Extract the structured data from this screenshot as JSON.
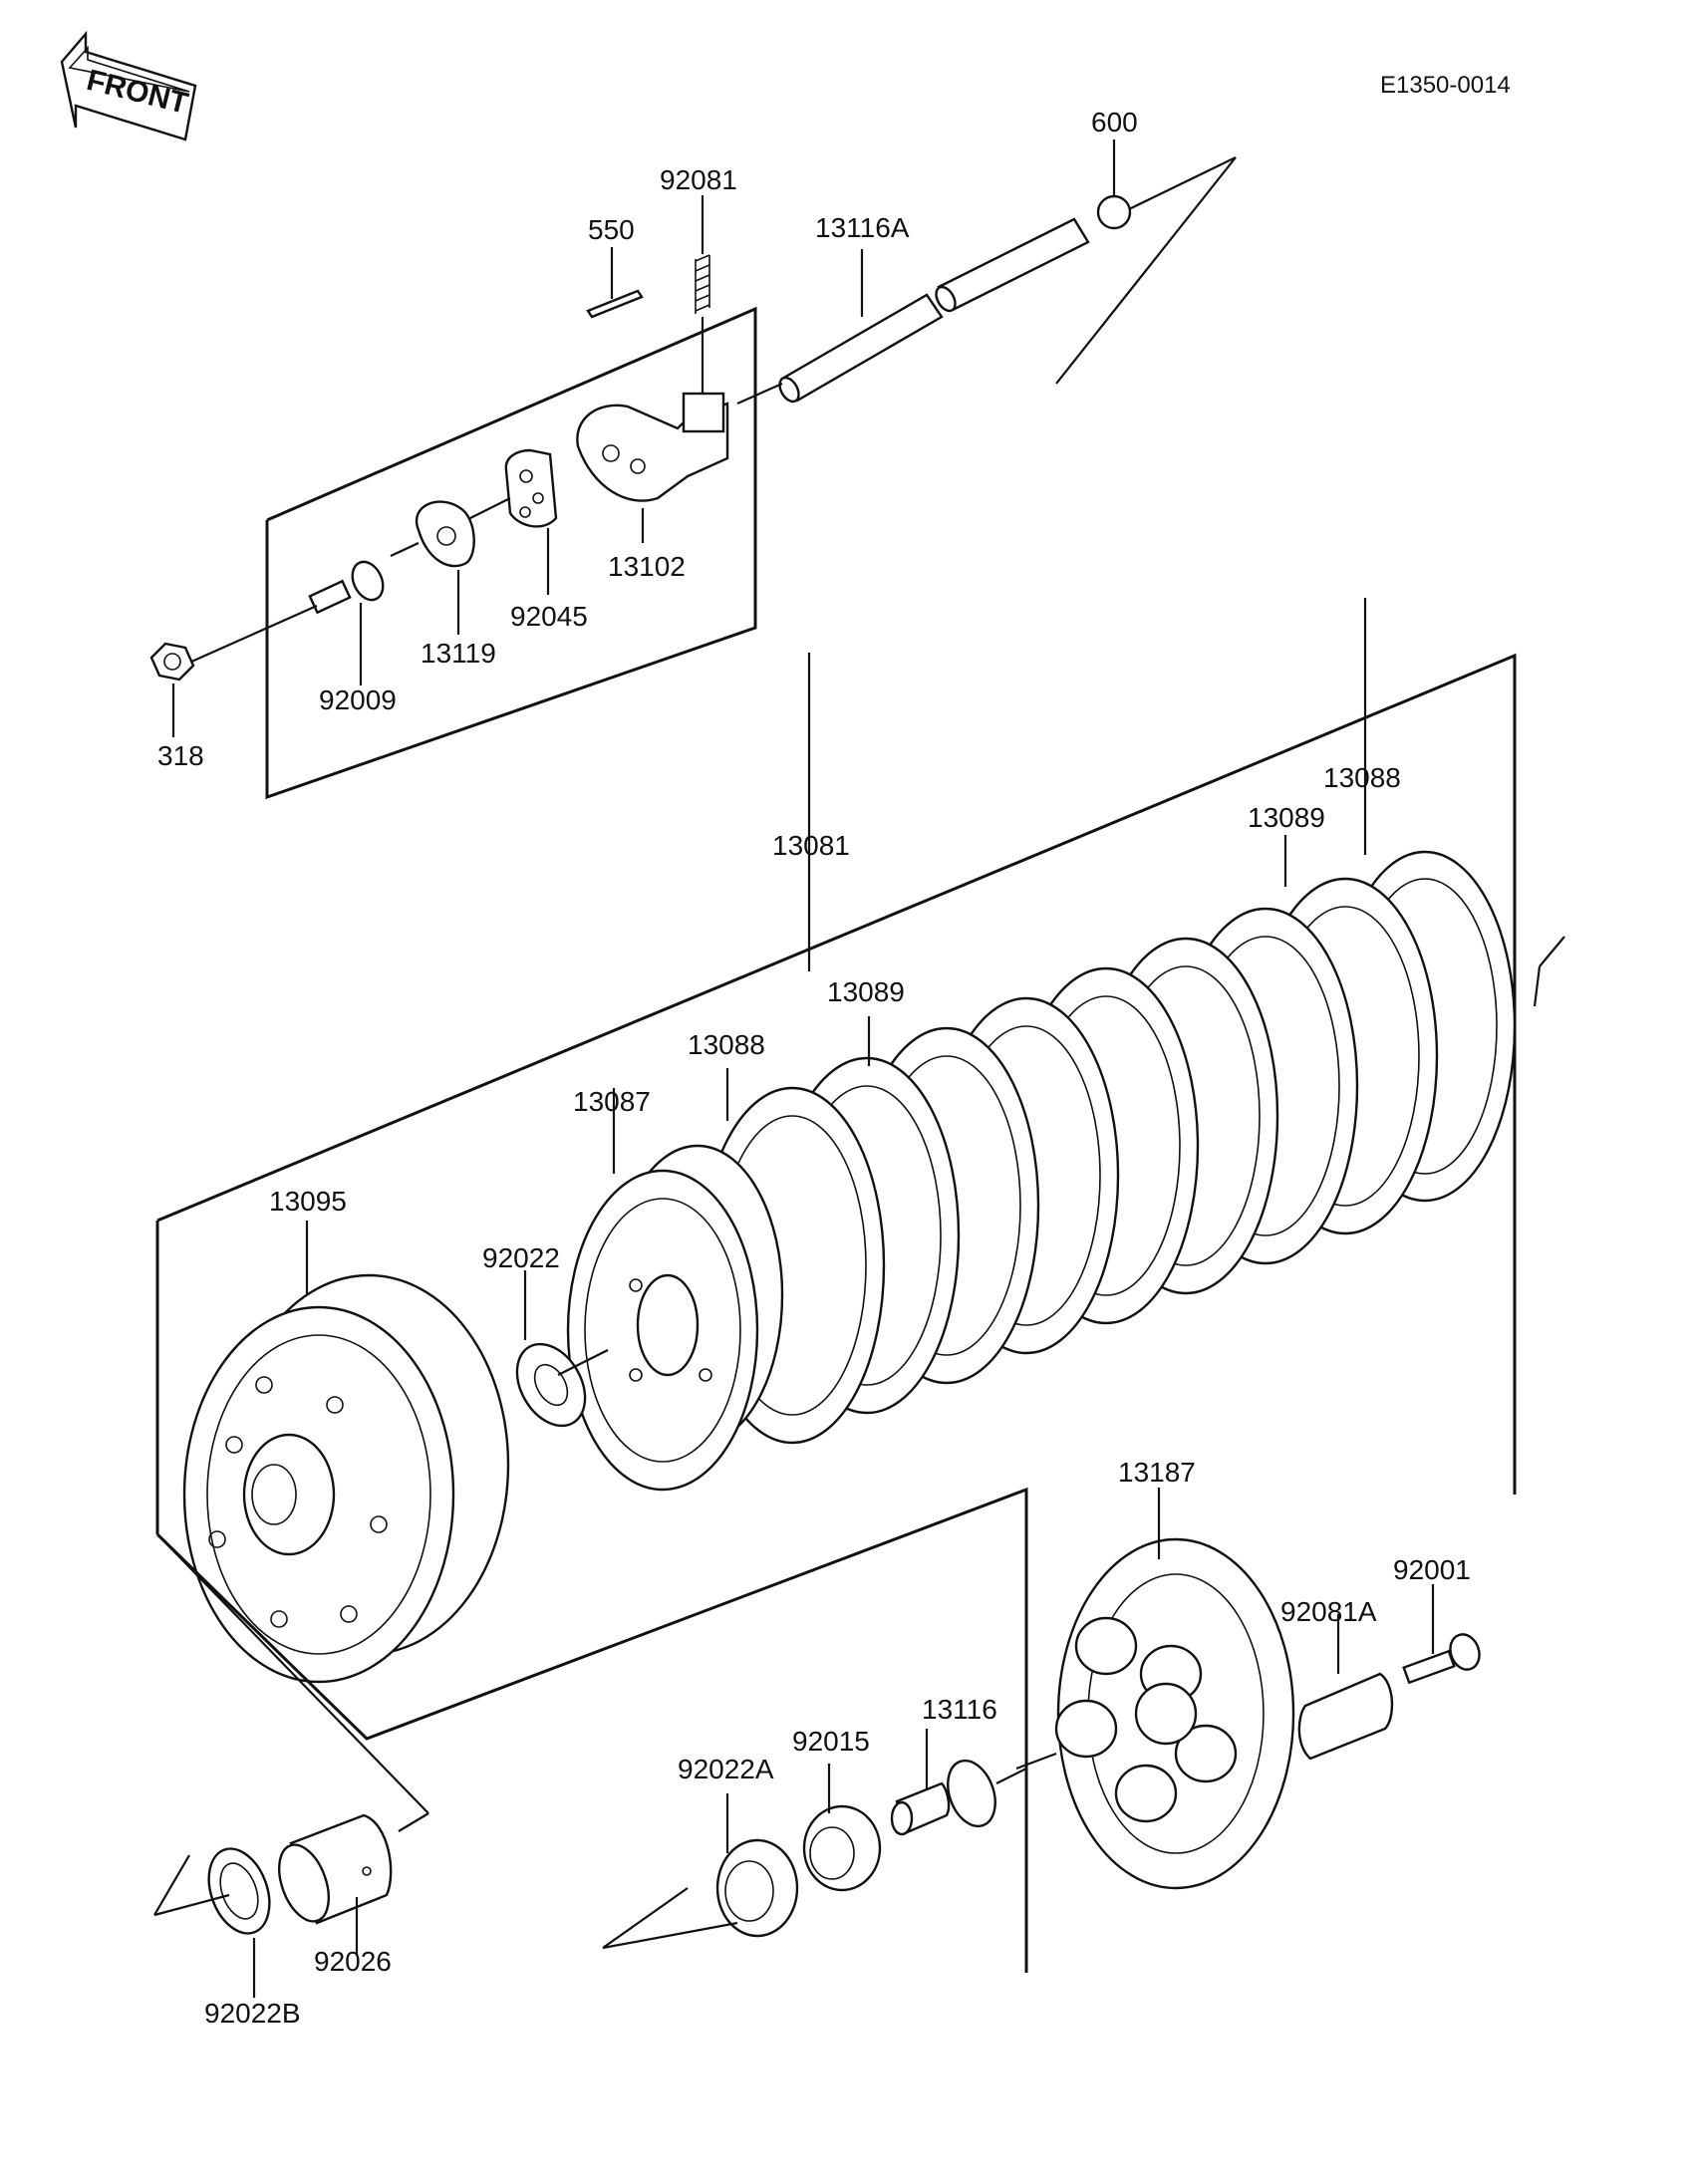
{
  "header": {
    "front_label": "FRONT",
    "diagram_code": "E1350-0014"
  },
  "callouts": {
    "p550": "550",
    "p92081": "92081",
    "p13116A": "13116A",
    "p600": "600",
    "p13102": "13102",
    "p92045": "92045",
    "p13119": "13119",
    "p92009": "92009",
    "p318": "318",
    "p13081": "13081",
    "p13088_top": "13088",
    "p13089_top": "13089",
    "p13089_mid": "13089",
    "p13088_mid": "13088",
    "p13087": "13087",
    "p13095": "13095",
    "p92022": "92022",
    "p13187": "13187",
    "p92001": "92001",
    "p92081A": "92081A",
    "p13116": "13116",
    "p92015": "92015",
    "p92022A": "92022A",
    "p92026": "92026",
    "p92022B": "92022B"
  },
  "icons": {
    "front_arrow": "front-arrow-icon"
  }
}
